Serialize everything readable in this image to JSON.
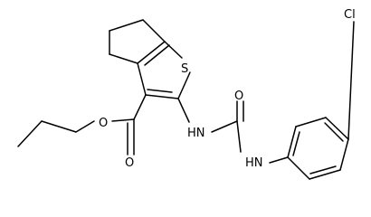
{
  "structure": {
    "atoms": {
      "sulfur": "S",
      "ester_oxygen": "O",
      "carbonyl_oxygen_ester": "O",
      "urea_oxygen": "O",
      "nh_left": "HN",
      "nh_right": "HN",
      "chlorine": "Cl"
    }
  }
}
